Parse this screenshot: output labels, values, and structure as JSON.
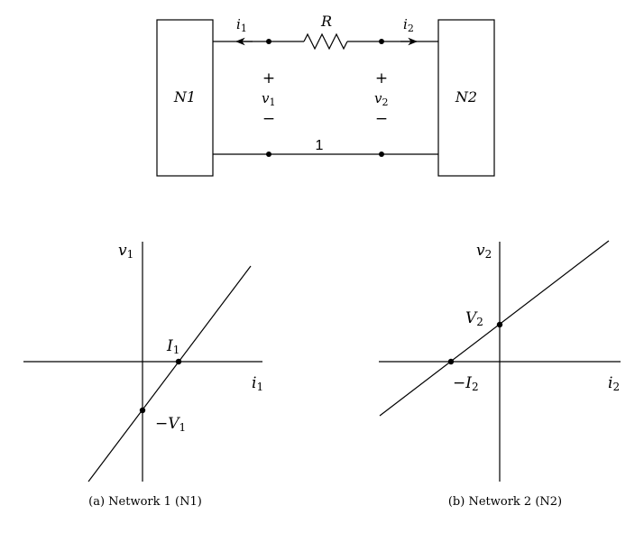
{
  "circuit": {
    "n1_label": "N1",
    "n2_label": "N2",
    "resistor_label": "R",
    "i1_sym": "i",
    "i1_sub": "1",
    "i2_sym": "i",
    "i2_sub": "2",
    "v1_plus": "+",
    "v1_sym": "v",
    "v1_sub": "1",
    "v1_minus": "−",
    "v2_plus": "+",
    "v2_sym": "v",
    "v2_sub": "2",
    "v2_minus": "−",
    "bottom_wire_label": "1"
  },
  "graph_a": {
    "y_axis_sym": "v",
    "y_axis_sub": "1",
    "x_axis_sym": "i",
    "x_axis_sub": "1",
    "x_intercept_sym": "I",
    "x_intercept_sub": "1",
    "y_intercept_sym": "−V",
    "y_intercept_sub": "1",
    "caption": "(a) Network 1 (N1)"
  },
  "graph_b": {
    "y_axis_sym": "v",
    "y_axis_sub": "2",
    "x_axis_sym": "i",
    "x_axis_sub": "2",
    "x_intercept_sym": "−I",
    "x_intercept_sub": "2",
    "y_intercept_sym": "V",
    "y_intercept_sub": "2",
    "caption": "(b) Network 2 (N2)"
  }
}
